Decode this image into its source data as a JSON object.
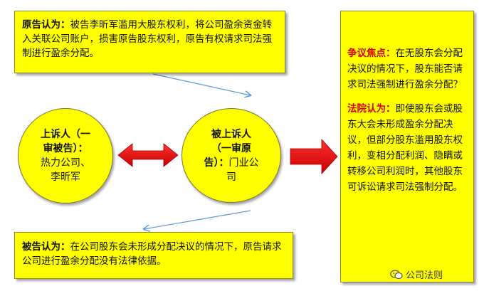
{
  "plaintiff_view": {
    "label": "原告认为：",
    "text": "被告李昕军滥用大股东权利，将公司盈余资金转入关联公司账户，损害原告股东权利，原告有权请求司法强制进行盈余分配。"
  },
  "defendant_view": {
    "label": "被告认为：",
    "text": "在公司股东会未形成分配决议的情况下，原告请求公司进行盈余分配没有法律依据。"
  },
  "appellant": {
    "label_line1": "上诉人（一",
    "label_line2": "审被告）：",
    "name_line1": "热力公司、",
    "name_line2": "李昕军"
  },
  "appellee": {
    "label_line1": "被上诉人",
    "label_line2": "（一审原",
    "label_line3": "告）：",
    "name_inline": "门业公",
    "name_line2": "司"
  },
  "dispute": {
    "label": "争议焦点：",
    "text": "在无股东会分配决议的情况下，股东能否请求司法强制进行盈余分配？"
  },
  "court_view": {
    "label": "法院认为：",
    "text": "即使股东会或股东大会未形成盈余分配决议，但部分股东滥用股东权利，变相分配利润、隐瞒或转移公司利润时，其他股东可诉讼请求司法强制分配。"
  },
  "watermark": {
    "text": "公司法则",
    "icon": "wechat-icon"
  },
  "colors": {
    "box_fill": "#ffff00",
    "arrow_red": "#e00000",
    "label_red": "#d40000",
    "connector_blue": "#5b9bd5"
  }
}
